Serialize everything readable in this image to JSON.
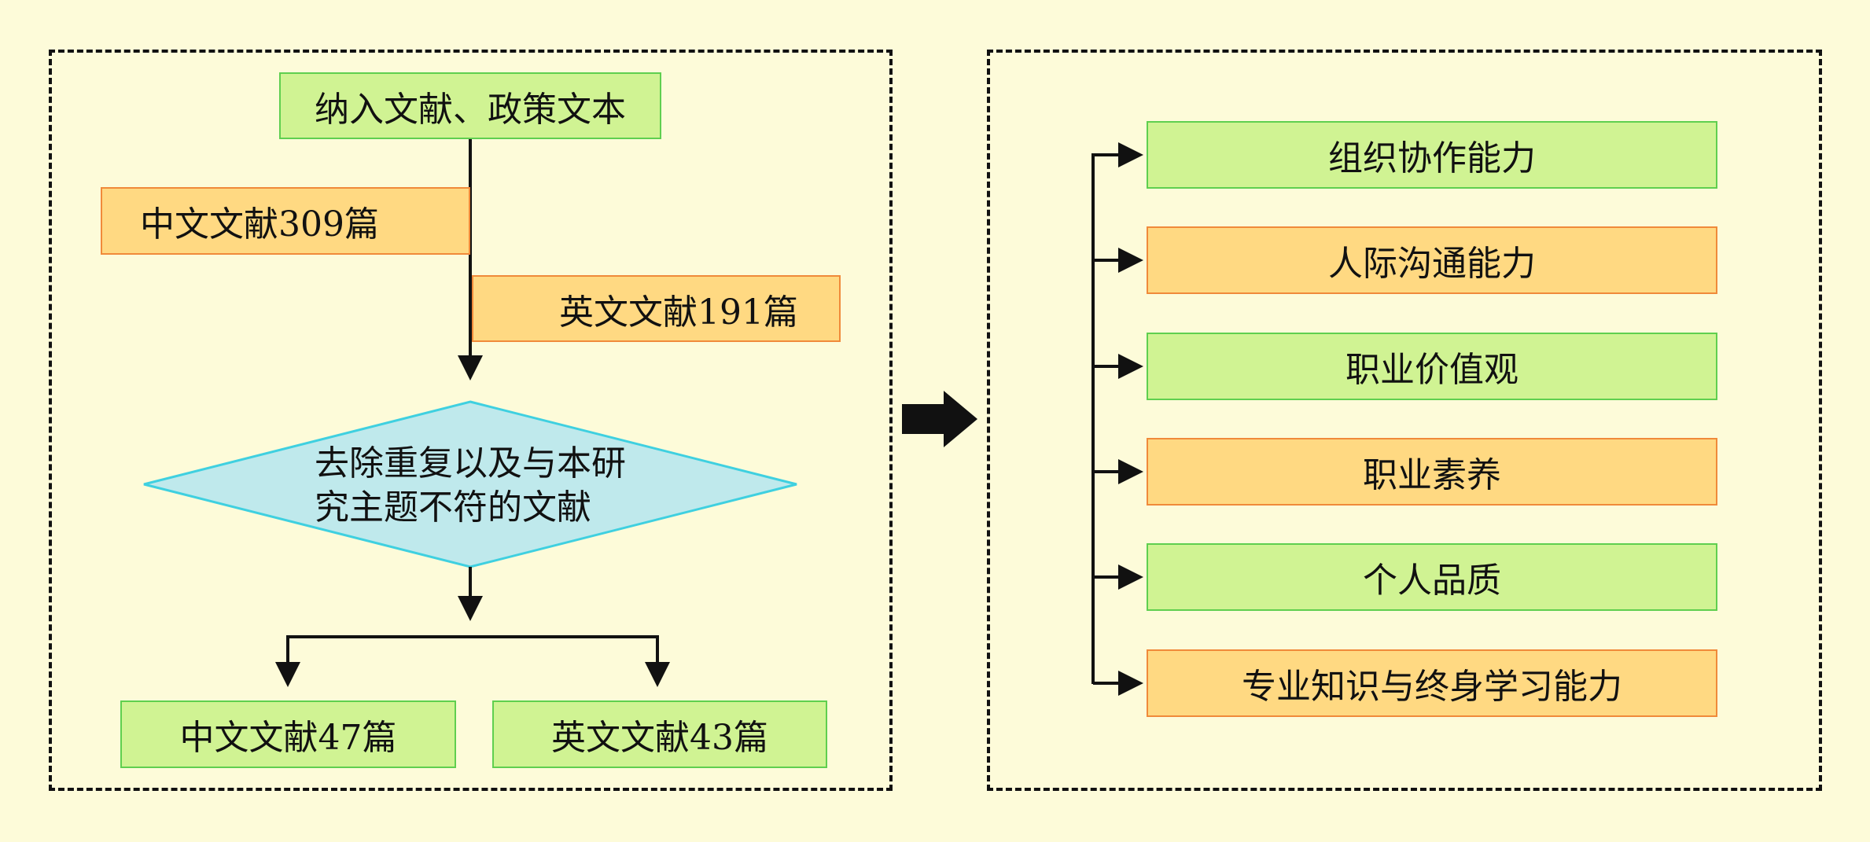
{
  "left": {
    "include_box": "纳入文献、政策文本",
    "chinese_lit_box": "中文文献309篇",
    "english_lit_box": "英文文献191篇",
    "decision_lines": [
      "去除重复以及与本研",
      "究主题不符的文献"
    ],
    "chinese_result_box": "中文文献47篇",
    "english_result_box": "英文文献43篇"
  },
  "right": {
    "items": [
      {
        "label": "组织协作能力",
        "color": "green"
      },
      {
        "label": "人际沟通能力",
        "color": "orange"
      },
      {
        "label": "职业价值观",
        "color": "green"
      },
      {
        "label": "职业素养",
        "color": "orange"
      },
      {
        "label": "个人品质",
        "color": "green"
      },
      {
        "label": "专业知识与终身学习能力",
        "color": "orange"
      }
    ]
  },
  "colors": {
    "background": "#fdfbd9",
    "green_fill": "#d0f393",
    "green_border": "#5fcf4f",
    "orange_fill": "#ffd982",
    "orange_border": "#f08a3a",
    "diamond_fill": "#bfe9ec",
    "diamond_border": "#3fd0e0"
  }
}
